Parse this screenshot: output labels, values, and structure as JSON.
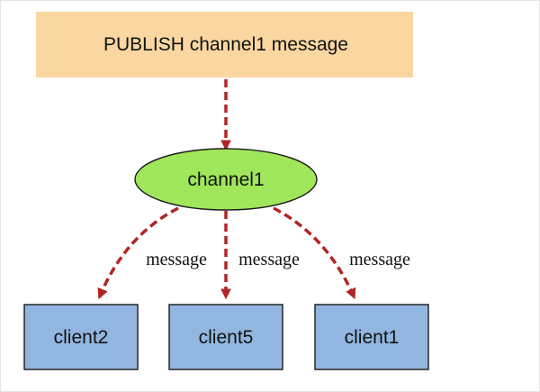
{
  "publish": {
    "label": "PUBLISH channel1 message"
  },
  "channel": {
    "label": "channel1"
  },
  "edges": [
    {
      "label": "message",
      "target": "client2"
    },
    {
      "label": "message",
      "target": "client5"
    },
    {
      "label": "message",
      "target": "client1"
    }
  ],
  "clients": [
    {
      "label": "client2"
    },
    {
      "label": "client5"
    },
    {
      "label": "client1"
    }
  ],
  "colors": {
    "publish_fill": "#fad7a1",
    "channel_fill": "#9fe65a",
    "client_fill": "#92b6e0",
    "arrow": "#b22424"
  }
}
